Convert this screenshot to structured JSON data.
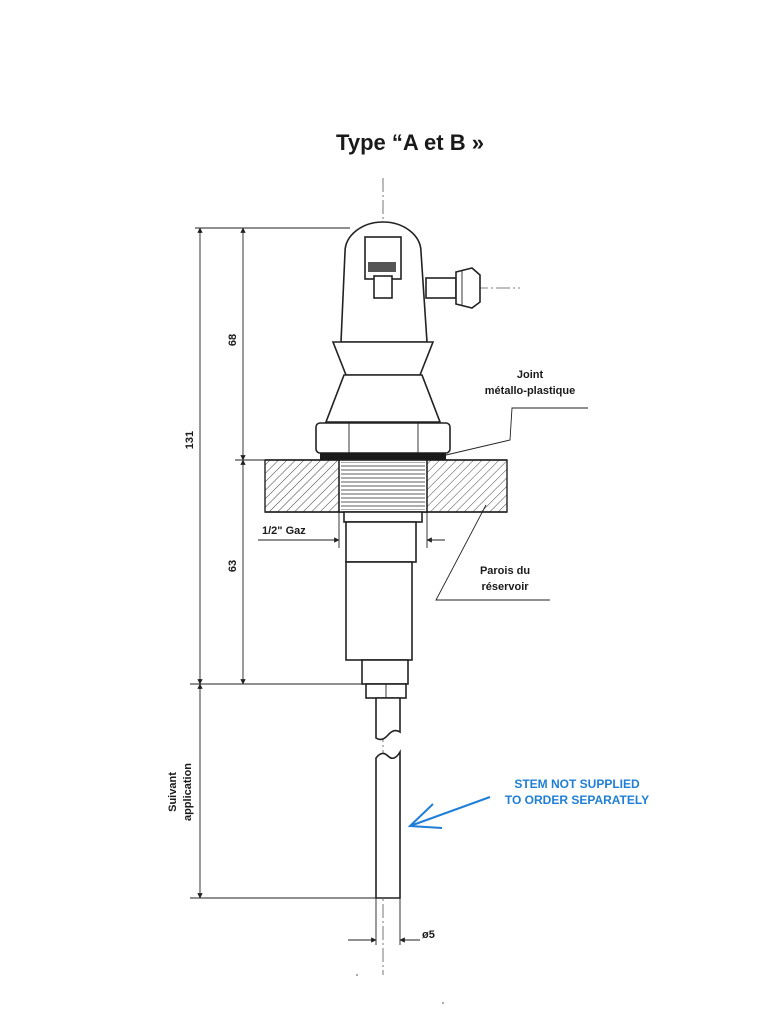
{
  "title": "Type “A et B »",
  "labels": {
    "joint_line1": "Joint",
    "joint_line2": "métallo-plastique",
    "wall_line1": "Parois du",
    "wall_line2": "réservoir",
    "thread": "1/2\" Gaz",
    "suivant_line1": "Suivant",
    "suivant_line2": "application"
  },
  "dimensions": {
    "overall": "131",
    "upper": "68",
    "lower": "63",
    "stem_diameter": "ø5"
  },
  "note": {
    "line1": "STEM NOT SUPPLIED",
    "line2": "TO ORDER SEPARATELY",
    "color": "#1f7fd6"
  }
}
